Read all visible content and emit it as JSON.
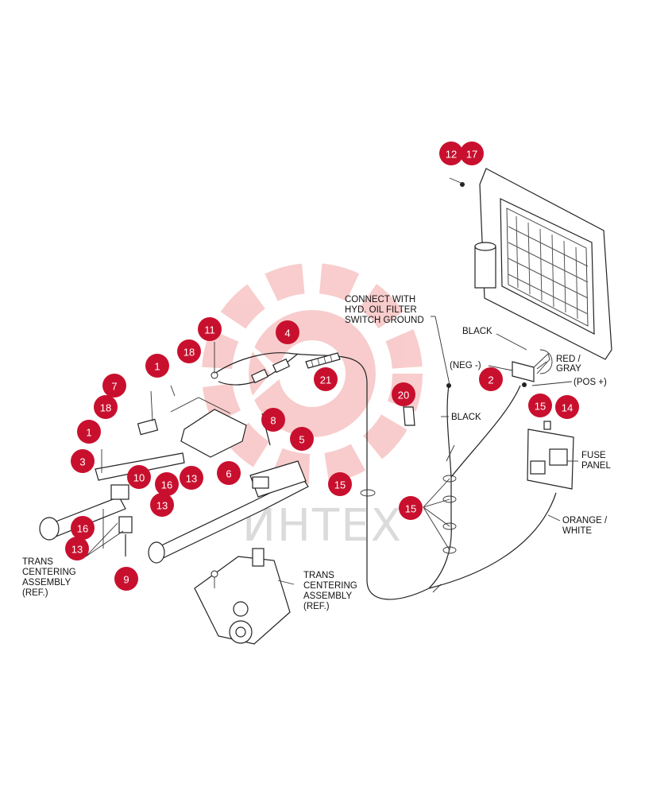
{
  "watermark": {
    "text": "ИНТЕХ",
    "gear_color": "#e84a4a"
  },
  "callout_color": "#c8102e",
  "callouts": [
    {
      "id": "c-12",
      "label": "12"
    },
    {
      "id": "c-17",
      "label": "17"
    },
    {
      "id": "c-11",
      "label": "11"
    },
    {
      "id": "c-4",
      "label": "4"
    },
    {
      "id": "c-18a",
      "label": "18"
    },
    {
      "id": "c-1a",
      "label": "1"
    },
    {
      "id": "c-21",
      "label": "21"
    },
    {
      "id": "c-7",
      "label": "7"
    },
    {
      "id": "c-18b",
      "label": "18"
    },
    {
      "id": "c-1b",
      "label": "1"
    },
    {
      "id": "c-8",
      "label": "8"
    },
    {
      "id": "c-5",
      "label": "5"
    },
    {
      "id": "c-3",
      "label": "3"
    },
    {
      "id": "c-10",
      "label": "10"
    },
    {
      "id": "c-16a",
      "label": "16"
    },
    {
      "id": "c-13a",
      "label": "13"
    },
    {
      "id": "c-6",
      "label": "6"
    },
    {
      "id": "c-13b",
      "label": "13"
    },
    {
      "id": "c-16b",
      "label": "16"
    },
    {
      "id": "c-13c",
      "label": "13"
    },
    {
      "id": "c-9",
      "label": "9"
    },
    {
      "id": "c-20",
      "label": "20"
    },
    {
      "id": "c-2",
      "label": "2"
    },
    {
      "id": "c-15a",
      "label": "15"
    },
    {
      "id": "c-14",
      "label": "14"
    },
    {
      "id": "c-15b",
      "label": "15"
    },
    {
      "id": "c-15c",
      "label": "15"
    }
  ],
  "labels": {
    "connect": [
      "CONNECT WITH",
      "HYD. OIL FILTER",
      "SWITCH GROUND"
    ],
    "black_top": "BLACK",
    "neg": "(NEG -)",
    "red_gray": [
      "RED /",
      "GRAY"
    ],
    "pos": "(POS +)",
    "black_mid": "BLACK",
    "fuse_panel": [
      "FUSE",
      "PANEL"
    ],
    "orange_white": [
      "ORANGE /",
      "WHITE"
    ],
    "trans_left": [
      "TRANS",
      "CENTERING",
      "ASSEMBLY",
      "(REF.)"
    ],
    "trans_center": [
      "TRANS",
      "CENTERING",
      "ASSEMBLY",
      "(REF.)"
    ]
  }
}
